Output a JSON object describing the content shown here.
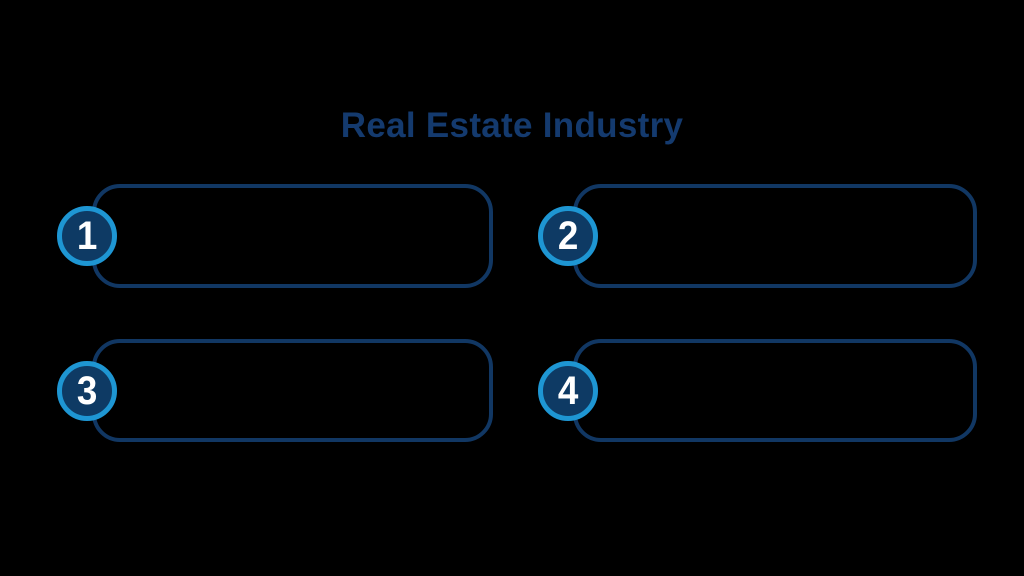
{
  "title": {
    "text": "Real Estate Industry"
  },
  "theme": {
    "background": "#000000",
    "title_color": "#143A6E",
    "box_border_color": "#113763",
    "circle_fill": "#0E3A64",
    "circle_ring": "#1E96D3",
    "number_color": "#FFFFFF"
  },
  "steps": [
    {
      "number": "1"
    },
    {
      "number": "2"
    },
    {
      "number": "3"
    },
    {
      "number": "4"
    }
  ]
}
